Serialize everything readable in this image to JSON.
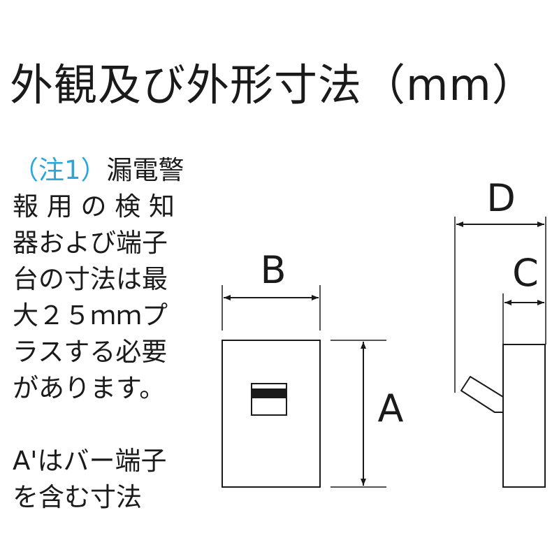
{
  "title": "外観及び外形寸法（mm）",
  "note": {
    "tag": "（注1）",
    "lines": [
      "漏電警",
      "報 用 の 検 知",
      "器および端子",
      "台の寸法は最",
      "大２５ｍｍプ",
      "ラスする必要",
      "があります。"
    ],
    "note2_lines": [
      "A'はバー端子",
      "を含む寸法"
    ]
  },
  "dimensions": {
    "width_label": "B",
    "height_label": "A",
    "depth_label": "D",
    "depth_partial_label": "C"
  }
}
